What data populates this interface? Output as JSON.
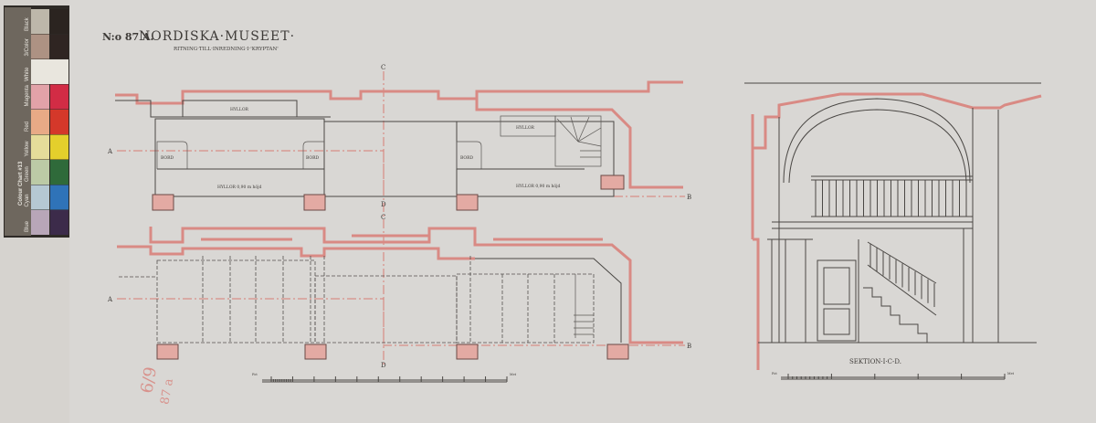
{
  "title": {
    "number": "N:o 87 A.",
    "museum": "NORDISKA·MUSEET·",
    "subtitle": "RITNING·TILL·INREDNING·I·'KRYPTAN'"
  },
  "colour_chart": {
    "title": "Colour Chart #13",
    "patches": [
      {
        "name": "Blue",
        "light": "#b8a6b8",
        "dark": "#3c2b4a"
      },
      {
        "name": "Cyan",
        "light": "#b5c8d3",
        "dark": "#2f73b8"
      },
      {
        "name": "Green",
        "light": "#bccaa6",
        "dark": "#2f6a3a"
      },
      {
        "name": "Yellow",
        "light": "#e5dc9a",
        "dark": "#e4cf2c"
      },
      {
        "name": "Red",
        "light": "#e8aa86",
        "dark": "#d4382a"
      },
      {
        "name": "Magenta",
        "light": "#e2a2a8",
        "dark": "#d22c45"
      },
      {
        "name": "White",
        "light": "#e9e6de",
        "dark": "#e9e6de"
      },
      {
        "name": "3/Color",
        "light": "#ad9283",
        "dark": "#2f2522"
      },
      {
        "name": "Black",
        "light": "#bdb7aa",
        "dark": "#2b2420"
      }
    ]
  },
  "upper_plan": {
    "labels": [
      "HYLLOR",
      "BORD",
      "BORD",
      "BORD",
      "HYLLOR",
      "HYLLOR 0,90 m höjd",
      "HYLLOR 0,90 m höjd"
    ]
  },
  "section_markers": {
    "a": "A",
    "b": "B",
    "c": "C",
    "d": "D"
  },
  "scale_bar": {
    "left_label": "Fot",
    "right_label": "Met"
  },
  "section": {
    "title": "SEKTION·I·C-D."
  },
  "annotations": {
    "pencil_1": "6/9",
    "pencil_2": "87 a"
  },
  "colors": {
    "paper": "#d6d3cf",
    "wall_red": "#d98a84",
    "ink": "#4a4744"
  }
}
